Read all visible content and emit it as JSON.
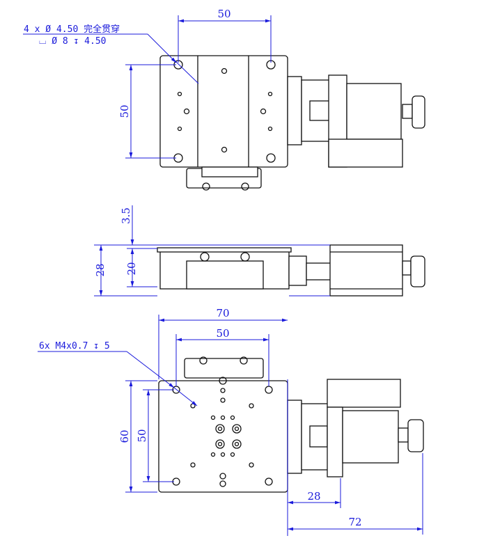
{
  "annotations": {
    "through_holes_line1": "4 x Ø 4.50 完全贯穿",
    "through_holes_line2": "⌴ Ø 8 ↧ 4.50",
    "tapped_holes": "6x M4x0.7 ↧ 5"
  },
  "top_view": {
    "dim_hole_spacing_x": "50",
    "dim_hole_spacing_y": "50"
  },
  "side_view": {
    "dim_total_height": "28",
    "dim_body_height": "20",
    "dim_plate_thickness": "3.5"
  },
  "bottom_view": {
    "dim_width": "70",
    "dim_hole_spacing_x": "50",
    "dim_length": "60",
    "dim_hole_spacing_y": "50",
    "dim_motor_offset": "28",
    "dim_overall": "72"
  },
  "colors": {
    "dimension": "#1a1adb",
    "outline": "#111111"
  }
}
